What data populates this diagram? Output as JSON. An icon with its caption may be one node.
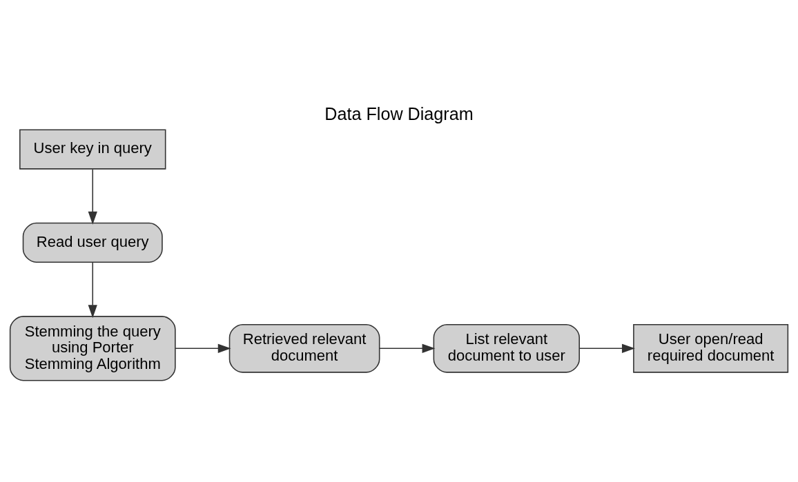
{
  "diagram": {
    "title": "Data Flow Diagram",
    "nodes": [
      {
        "text": [
          "User key in query"
        ]
      },
      {
        "text": [
          "Read user query"
        ]
      },
      {
        "text": [
          "Stemming the query using Porter Stemming Algorithm"
        ]
      },
      {
        "text": [
          "Retrieved relevant document"
        ]
      },
      {
        "text": [
          "List relevant document to user"
        ]
      },
      {
        "text": [
          "User open/read required document"
        ]
      }
    ],
    "edges": [
      {
        "from": 0,
        "to": 1,
        "arrow": "to"
      },
      {
        "from": 1,
        "to": 2,
        "arrow": "to"
      },
      {
        "from": 2,
        "to": 3,
        "arrow": "to"
      },
      {
        "from": 3,
        "to": 4,
        "arrow": "to"
      },
      {
        "from": 4,
        "to": 5,
        "arrow": "to"
      }
    ]
  }
}
